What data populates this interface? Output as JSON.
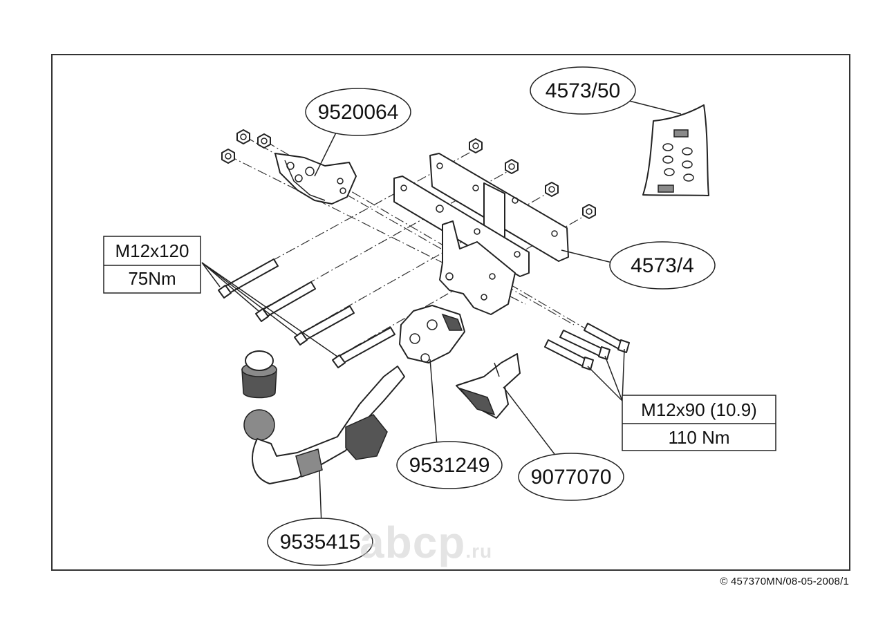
{
  "labels": {
    "p9520064": "9520064",
    "p4573_50": "4573/50",
    "p4573_4": "4573/4",
    "p9531249": "9531249",
    "p9077070": "9077070",
    "p9535415": "9535415"
  },
  "specs": {
    "bolt_m12x120": "M12x120",
    "torque_75": "75Nm",
    "bolt_m12x90": "M12x90 (10.9)",
    "torque_110": "110 Nm"
  },
  "watermark": {
    "main": "abcp",
    "suffix": ".ru"
  },
  "footer": {
    "copyright": "© 457370MN/08-05-2008/1"
  }
}
